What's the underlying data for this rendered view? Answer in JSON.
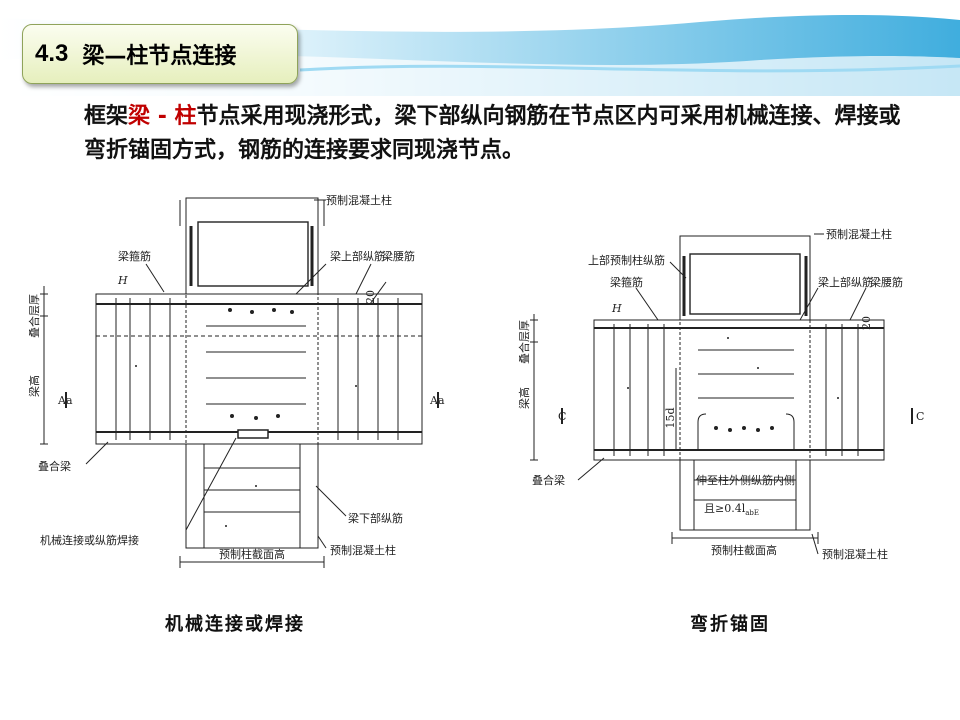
{
  "section": {
    "number": "4.3",
    "title": "梁—柱节点连接"
  },
  "intro": {
    "pre": "框架",
    "beam": "梁",
    "sep": " - ",
    "column": "柱",
    "post": "节点采用现浇形式，梁下部纵向钢筋在节点区内可采用机械连接、焊接或弯折锚固方式，钢筋的连接要求同现浇节点。"
  },
  "left_figure": {
    "caption": "机械连接或焊接",
    "labels": {
      "precast_column_top": "预制混凝土柱",
      "stirrup": "梁箍筋",
      "top_long_bar": "梁上部纵筋",
      "waist_bar": "梁腰筋",
      "h_mark": "H",
      "topping_thickness": "叠合层厚",
      "beam_height": "梁高",
      "section_left": "Aa",
      "section_right": "Aa",
      "composite_beam": "叠合梁",
      "bottom_long_bar": "梁下部纵筋",
      "mech_or_weld": "机械连接或纵筋焊接",
      "column_section_height": "预制柱截面高",
      "precast_column_bottom": "预制混凝土柱",
      "dim_20": "20"
    }
  },
  "right_figure": {
    "caption": "弯折锚固",
    "labels": {
      "precast_column_top": "预制混凝土柱",
      "upper_column_bar": "上部预制柱纵筋",
      "stirrup": "梁箍筋",
      "top_long_bar": "梁上部纵筋",
      "waist_bar": "梁腰筋",
      "h_mark": "H",
      "topping_thickness": "叠合层厚",
      "beam_height": "梁高",
      "section_left": "C",
      "section_right": "C",
      "dim_15d": "15d",
      "composite_beam": "叠合梁",
      "bend_to": "伸至柱外侧纵筋内侧",
      "anchor_req": "且≥0.4l",
      "anchor_sub": "abE",
      "column_section_height": "预制柱截面高",
      "precast_column_bottom": "预制混凝土柱",
      "dim_20": "20"
    }
  },
  "colors": {
    "band_blue": "#2aa7dd",
    "band_light": "#bfe6f6",
    "highlight_red": "#c00000",
    "tab_border": "#8fa35a"
  }
}
